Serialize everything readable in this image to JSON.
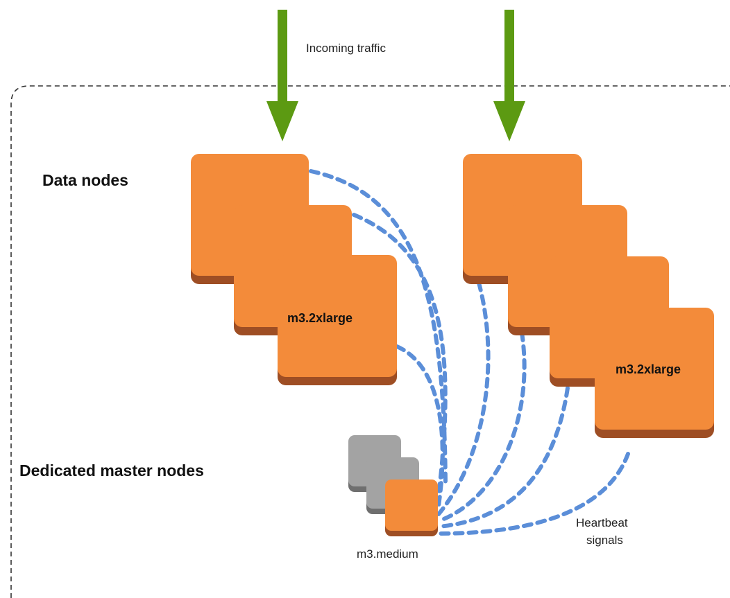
{
  "labels": {
    "incoming_traffic": "Incoming traffic",
    "data_nodes": "Data nodes",
    "dedicated_master_nodes": "Dedicated master nodes",
    "heartbeat_line1": "Heartbeat",
    "heartbeat_line2": "signals"
  },
  "nodes": {
    "data_instance_type": "m3.2xlarge",
    "master_instance_type": "m3.medium"
  },
  "colors": {
    "node_orange": "#f38b3a",
    "node_shadow": "#9e4e24",
    "master_standby_gray": "#a3a3a3",
    "master_standby_shadow": "#6f6f6f",
    "arrow_green": "#5c9a12",
    "heartbeat_blue": "#5b8ed8",
    "boundary_dashed": "#333333"
  }
}
